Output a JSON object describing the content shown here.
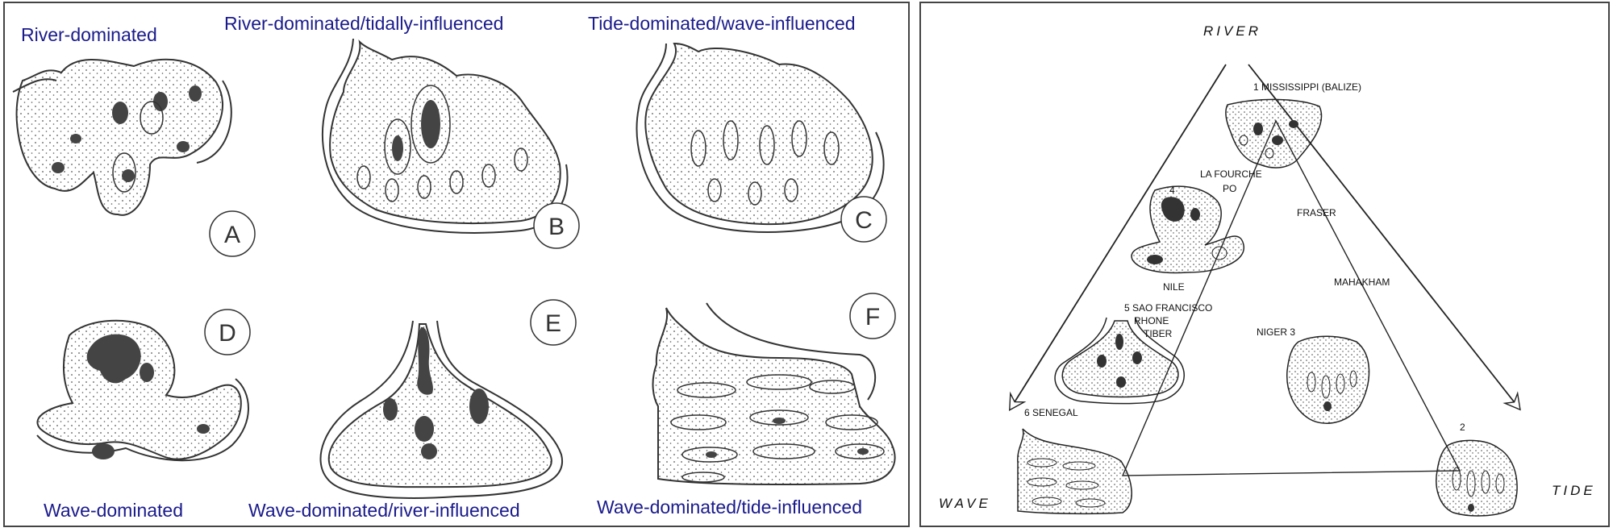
{
  "left_panel": {
    "labels": {
      "a": "River-dominated",
      "b": "River-dominated/tidally-influenced",
      "c": "Tide-dominated/wave-influenced",
      "d": "Wave-dominated",
      "e": "Wave-dominated/river-influenced",
      "f": "Wave-dominated/tide-influenced"
    },
    "letters": {
      "a": "A",
      "b": "B",
      "c": "C",
      "d": "D",
      "e": "E",
      "f": "F"
    }
  },
  "right_panel": {
    "corners": {
      "top": "RIVER",
      "left": "WAVE",
      "right": "TIDE"
    },
    "deltas": {
      "mississippi": "1 MISSISSIPPI (BALIZE)",
      "la_fourche": "LA FOURCHE",
      "po": "PO",
      "fraser": "FRASER",
      "four": "4",
      "nile": "NILE",
      "mahakham": "MAHAKHAM",
      "sao_francisco": "5 SAO FRANCISCO",
      "rhone": "RHONE",
      "tiber": "TIBER",
      "niger": "NIGER  3",
      "senegal": "6 SENEGAL",
      "two": "2"
    }
  }
}
